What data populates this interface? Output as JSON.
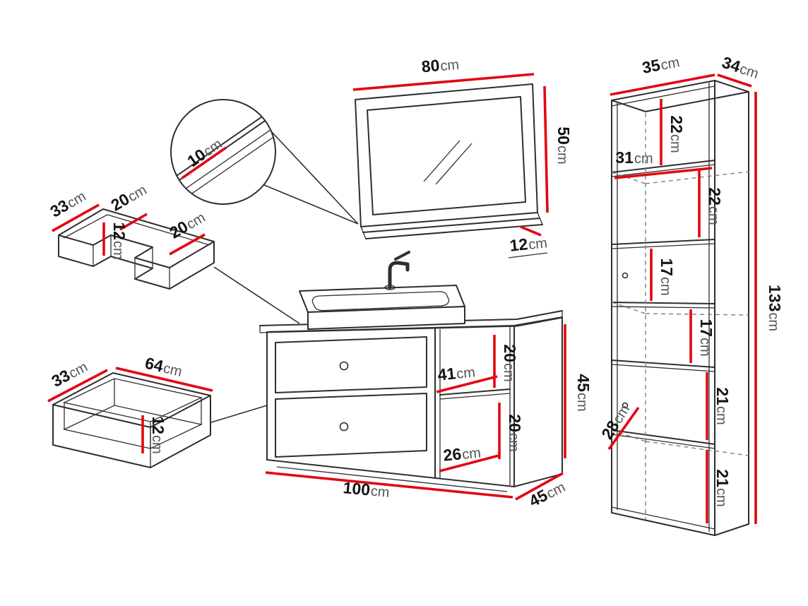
{
  "colors": {
    "dimension_line": "#e30613",
    "drawing_line": "#2e2e2e",
    "background": "#ffffff",
    "value_text": "#141414",
    "unit_text": "#555555"
  },
  "detail_circle": {
    "glass_thickness": {
      "v": "10",
      "u": "cm"
    }
  },
  "mirror": {
    "width": {
      "v": "80",
      "u": "cm"
    },
    "height": {
      "v": "50",
      "u": "cm"
    },
    "shelf_depth": {
      "v": "12",
      "u": "cm"
    }
  },
  "tall_cabinet": {
    "width": {
      "v": "35",
      "u": "cm"
    },
    "depth": {
      "v": "34",
      "u": "cm"
    },
    "height": {
      "v": "133",
      "u": "cm"
    },
    "sections": {
      "s1_height": {
        "v": "22",
        "u": "cm"
      },
      "opening_width": {
        "v": "31",
        "u": "cm"
      },
      "s2_height": {
        "v": "22",
        "u": "cm"
      },
      "s3_height": {
        "v": "17",
        "u": "cm"
      },
      "s4_height": {
        "v": "17",
        "u": "cm"
      },
      "s5_height": {
        "v": "21",
        "u": "cm"
      },
      "inner_depth": {
        "v": "28",
        "u": "cm"
      },
      "s6_height": {
        "v": "21",
        "u": "cm"
      }
    }
  },
  "u_drawer": {
    "depth": {
      "v": "33",
      "u": "cm"
    },
    "left_width": {
      "v": "20",
      "u": "cm"
    },
    "height": {
      "v": "12",
      "u": "cm"
    },
    "right_width": {
      "v": "20",
      "u": "cm"
    }
  },
  "drawer": {
    "depth": {
      "v": "33",
      "u": "cm"
    },
    "width": {
      "v": "64",
      "u": "cm"
    },
    "height": {
      "v": "12",
      "u": "cm"
    }
  },
  "vanity": {
    "width": {
      "v": "100",
      "u": "cm"
    },
    "height": {
      "v": "45",
      "u": "cm"
    },
    "depth": {
      "v": "45",
      "u": "cm"
    },
    "shelf": {
      "upper_width": {
        "v": "41",
        "u": "cm"
      },
      "upper_height": {
        "v": "20",
        "u": "cm"
      },
      "lower_width": {
        "v": "26",
        "u": "cm"
      },
      "lower_height": {
        "v": "20",
        "u": "cm"
      }
    }
  }
}
